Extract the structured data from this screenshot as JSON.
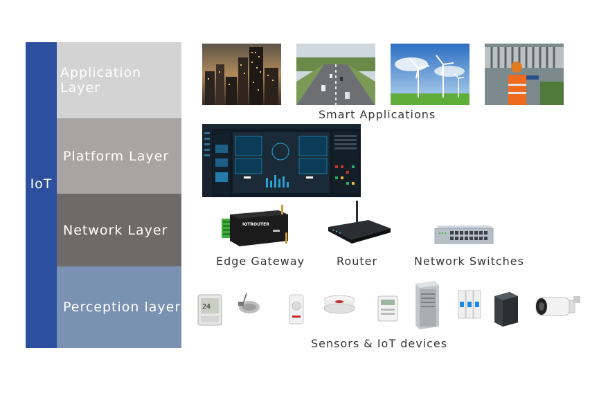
{
  "iot_label": "IoT",
  "layers": [
    {
      "label": "Application Layer",
      "color": "#d3d3d3"
    },
    {
      "label": "Platform Layer",
      "color": "#a7a4a3"
    },
    {
      "label": "Network Layer",
      "color": "#6e6a69"
    },
    {
      "label": "Perception layer",
      "color": "#7a91b2"
    }
  ],
  "iot_bar_color": "#2c4fa0",
  "application": {
    "caption": "Smart Applications",
    "images": [
      "smart-city-photo",
      "smart-traffic-photo",
      "wind-farm-photo",
      "industrial-worker-photo"
    ]
  },
  "platform": {
    "image": "iot-platform-dashboard-screenshot"
  },
  "network": {
    "devices": [
      {
        "caption": "Edge Gateway",
        "brand": "IOTROUTER"
      },
      {
        "caption": "Router"
      },
      {
        "caption": "Network Switches"
      }
    ]
  },
  "perception": {
    "caption": "Sensors & IoT devices",
    "devices": [
      "thermo-hygrometer-icon",
      "probe-sensor-icon",
      "pir-sensor-icon",
      "smoke-detector-icon",
      "energy-meter-icon",
      "cabinet-icon",
      "circuit-breaker-icon",
      "box-device-icon",
      "camera-icon"
    ]
  }
}
